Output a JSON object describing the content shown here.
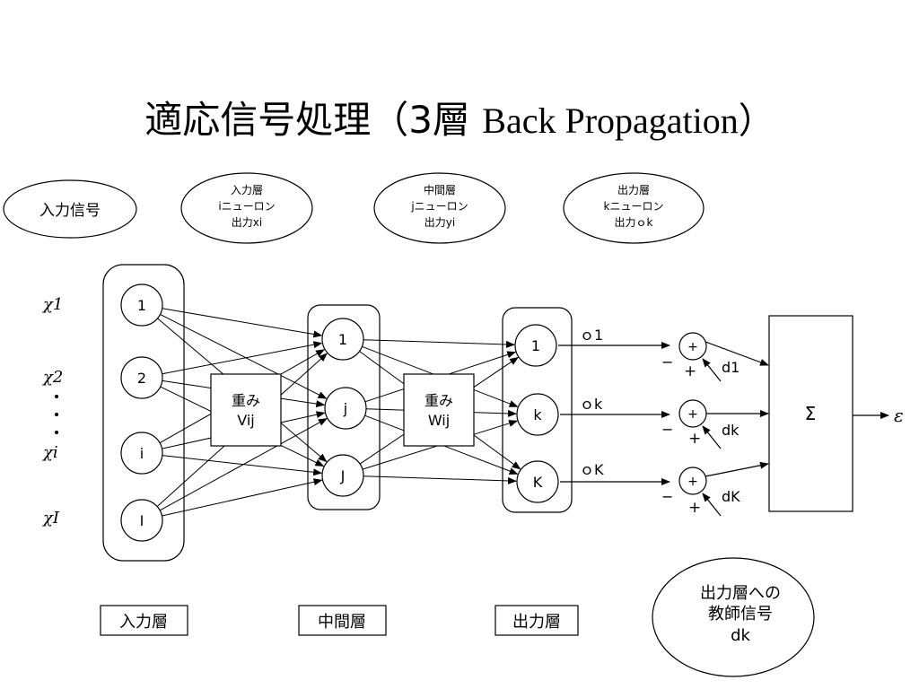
{
  "slide": {
    "title_jp": "適応信号処理（3層",
    "title_en": "Back Propagation）"
  },
  "headers": {
    "input_signal": "入力信号",
    "input_layer_out": [
      "入力層",
      "iニューロン",
      "出力xi"
    ],
    "hidden_layer_out": [
      "中間層",
      "jニューロン",
      "出力yi"
    ],
    "output_layer_out": [
      "出力層",
      "kニューロン",
      "出力ｏk"
    ]
  },
  "inputs": {
    "x_labels": [
      "χ1",
      "χ2",
      "χi",
      "χI"
    ],
    "nodes": [
      "1",
      "2",
      "i",
      "I"
    ]
  },
  "weights": {
    "v_line1": "重み",
    "v_line2": "Vij",
    "w_line1": "重み",
    "w_line2": "Wij"
  },
  "hidden": {
    "nodes": [
      "1",
      "j",
      "J"
    ]
  },
  "output": {
    "nodes": [
      "1",
      "k",
      "K"
    ],
    "out_labels": [
      "ｏ1",
      "ｏk",
      "ｏK"
    ]
  },
  "comparators": {
    "plus": "+",
    "minus_sign": "−",
    "plus_sign": "+",
    "d_labels": [
      "d1",
      "dk",
      "dK"
    ]
  },
  "summation": {
    "symbol": "Σ",
    "output": "ε"
  },
  "layer_labels": {
    "input": "入力層",
    "hidden": "中間層",
    "output": "出力層"
  },
  "teacher_signal": [
    "出力層への",
    "教師信号",
    "dk"
  ]
}
